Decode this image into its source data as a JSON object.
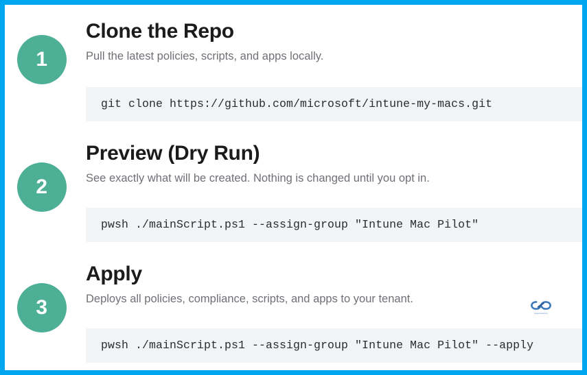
{
  "theme": {
    "frame_border_color": "#00A6F0",
    "badge_color": "#4CAF96",
    "code_background": "#f2f3f5",
    "title_color": "#1b1b1b",
    "description_color": "#6e7075",
    "code_text_color": "#2a2c31",
    "page_background": "#ffffff"
  },
  "steps": [
    {
      "number": "1",
      "title": "Clone the Repo",
      "description": "Pull the latest policies, scripts, and apps locally.",
      "command": "git clone https://github.com/microsoft/intune-my-macs.git"
    },
    {
      "number": "2",
      "title": "Preview (Dry Run)",
      "description": "See exactly what will be created. Nothing is changed until you opt in.",
      "command": "pwsh ./mainScript.ps1 --assign-group \"Intune Mac Pilot\""
    },
    {
      "number": "3",
      "title": "Apply",
      "description": "Deploys all policies, compliance, scripts, and apps to your tenant.",
      "command": "pwsh ./mainScript.ps1 --assign-group \"Intune Mac Pilot\" --apply"
    }
  ],
  "watermark": {
    "label": "cybersecurity",
    "color": "#2f6fb5"
  }
}
